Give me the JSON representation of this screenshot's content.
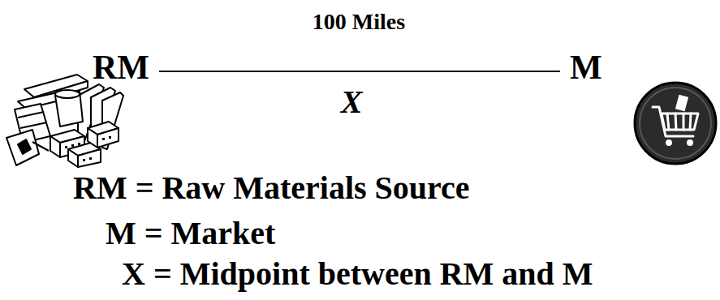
{
  "diagram": {
    "labels": [
      "100 Miles",
      "RM",
      "M",
      "X",
      "RM = Raw Materials Source",
      "M = Market",
      "X = Midpoint between RM and M"
    ]
  }
}
